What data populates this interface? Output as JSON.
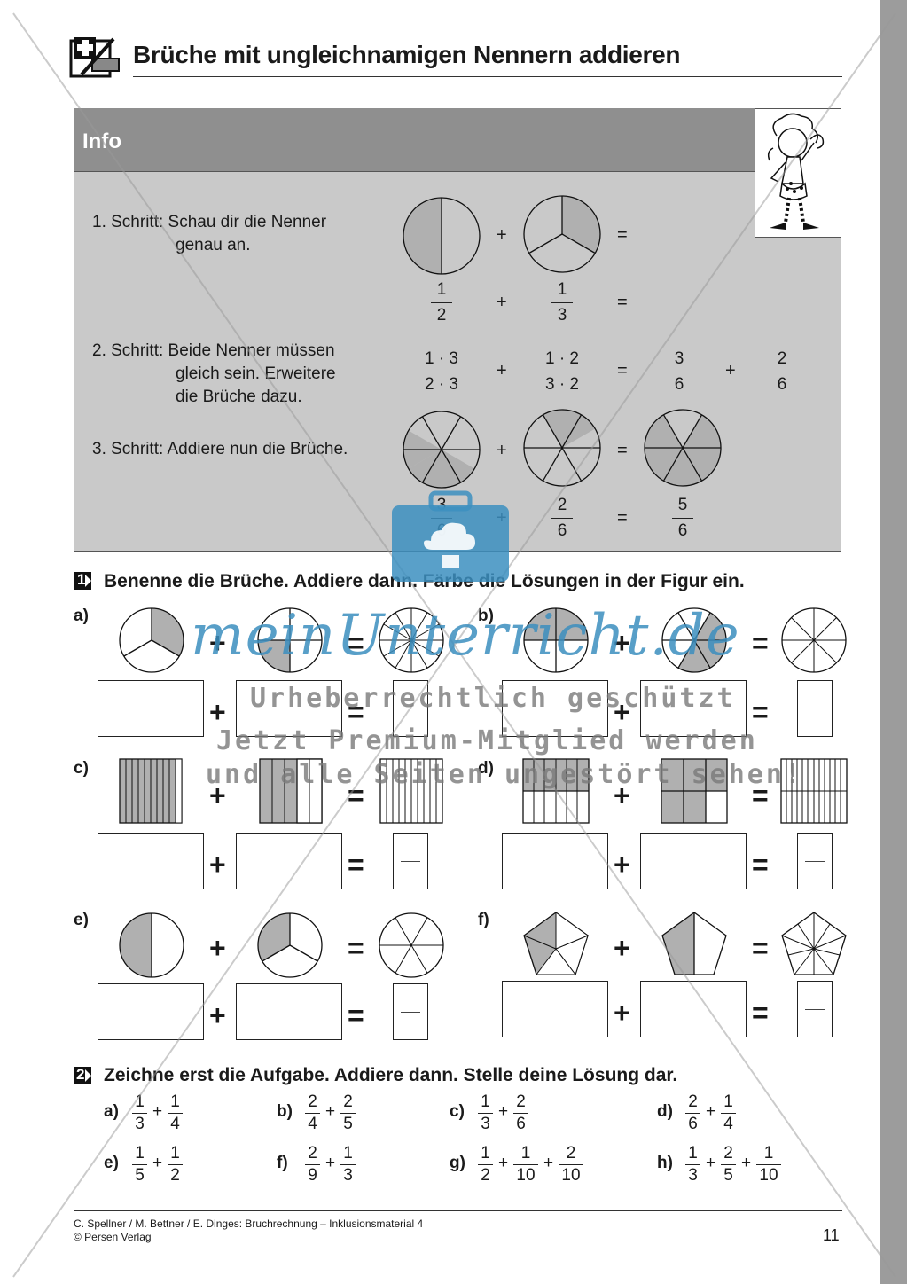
{
  "page": {
    "title": "Brüche mit ungleichnamigen Nennern addieren",
    "logo_icon": "plus-minus-logo-icon"
  },
  "info": {
    "heading": "Info",
    "step1_a": "1. Schritt: Schau dir die Nenner",
    "step1_b": "genau an.",
    "step2_a": "2. Schritt: Beide Nenner müssen",
    "step2_b": "gleich sein. Erweitere",
    "step2_c": "die Brüche dazu.",
    "step3": "3. Schritt: Addiere nun die Brüche.",
    "plus": "+",
    "equals": "=",
    "row1": {
      "n1": "1",
      "d1": "2",
      "n2": "1",
      "d2": "3"
    },
    "row2": {
      "n1": "1 · 3",
      "d1": "2 · 3",
      "n2": "1 · 2",
      "d2": "3 · 2",
      "n3": "3",
      "d3": "6",
      "n4": "2",
      "d4": "6"
    },
    "row3": {
      "n1": "3",
      "d1": "6",
      "n2": "2",
      "d2": "6",
      "n3": "5",
      "d3": "6"
    }
  },
  "task1": {
    "number": "1",
    "text": "Benenne die Brüche. Addiere dann. Färbe die Lösungen in der Figur ein.",
    "labels": {
      "a": "a)",
      "b": "b)",
      "c": "c)",
      "d": "d)",
      "e": "e)",
      "f": "f)"
    },
    "plus": "+",
    "equals": "="
  },
  "task2": {
    "number": "2",
    "text": "Zeichne erst die Aufgabe. Addiere dann. Stelle deine Lösung dar.",
    "items": [
      {
        "label": "a)",
        "terms": [
          [
            "1",
            "3"
          ],
          [
            "1",
            "4"
          ]
        ]
      },
      {
        "label": "b)",
        "terms": [
          [
            "2",
            "4"
          ],
          [
            "2",
            "5"
          ]
        ]
      },
      {
        "label": "c)",
        "terms": [
          [
            "1",
            "3"
          ],
          [
            "2",
            "6"
          ]
        ]
      },
      {
        "label": "d)",
        "terms": [
          [
            "2",
            "6"
          ],
          [
            "1",
            "4"
          ]
        ]
      },
      {
        "label": "e)",
        "terms": [
          [
            "1",
            "5"
          ],
          [
            "1",
            "2"
          ]
        ]
      },
      {
        "label": "f)",
        "terms": [
          [
            "2",
            "9"
          ],
          [
            "1",
            "3"
          ]
        ]
      },
      {
        "label": "g)",
        "terms": [
          [
            "1",
            "2"
          ],
          [
            "1",
            "10"
          ],
          [
            "2",
            "10"
          ]
        ]
      },
      {
        "label": "h)",
        "terms": [
          [
            "1",
            "3"
          ],
          [
            "2",
            "5"
          ],
          [
            "1",
            "10"
          ]
        ]
      }
    ]
  },
  "footer": {
    "line1": "C. Spellner / M. Bettner / E. Dinges: Bruchrechnung – Inklusionsmaterial 4",
    "line2": "© Persen Verlag",
    "page_number": "11"
  },
  "watermark": {
    "brand": "meinUnterricht.de",
    "line1": "Urheberrechtlich geschützt",
    "line2": "Jetzt Premium-Mitglied werden",
    "line3": "und alle Seiten ungestört sehen!",
    "icon": "cloud-briefcase-icon"
  },
  "colors": {
    "shade": "#b0b0b0",
    "info_bg": "#c9c9c9",
    "info_head": "#8f8f8f",
    "watermark_blue": "#3c8fbf",
    "sidebar": "#9c9c9c"
  }
}
